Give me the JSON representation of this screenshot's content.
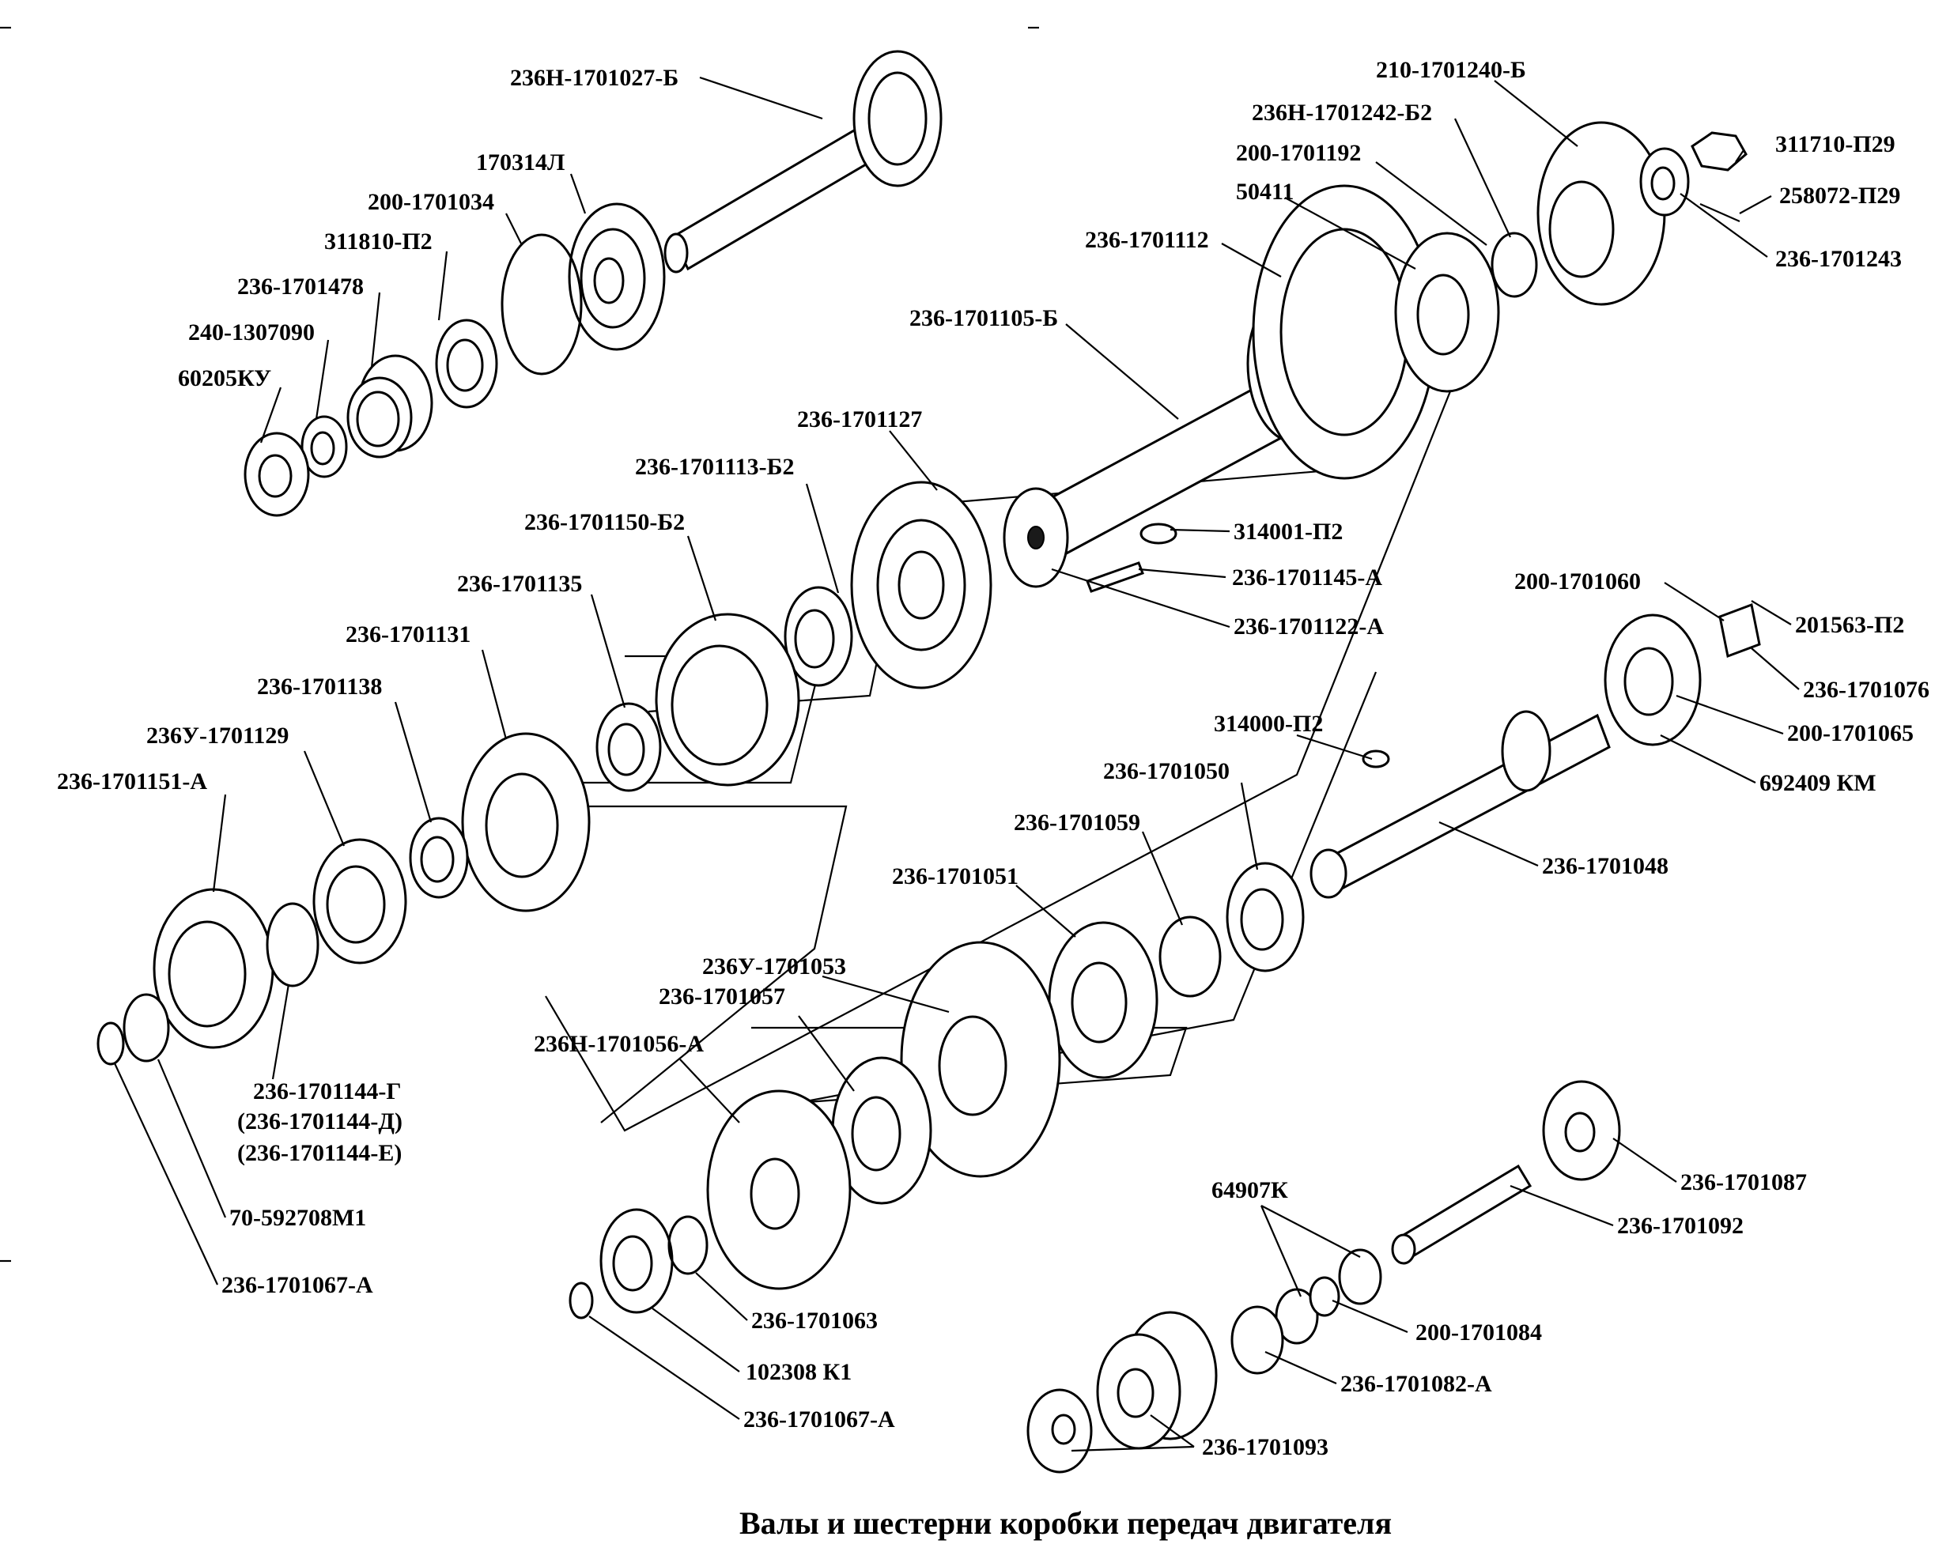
{
  "caption": "Валы и  шестерни коробки передач двигателя",
  "labels": [
    {
      "id": "l1",
      "text": "236Н-1701027-Б"
    },
    {
      "id": "l2",
      "text": "170314Л"
    },
    {
      "id": "l3",
      "text": "200-1701034"
    },
    {
      "id": "l4",
      "text": "311810-П2"
    },
    {
      "id": "l5",
      "text": "236-1701478"
    },
    {
      "id": "l6",
      "text": "240-1307090"
    },
    {
      "id": "l7",
      "text": "60205КУ"
    },
    {
      "id": "l8",
      "text": "210-1701240-Б"
    },
    {
      "id": "l9",
      "text": "236Н-1701242-Б2"
    },
    {
      "id": "l10",
      "text": "200-1701192"
    },
    {
      "id": "l11",
      "text": "50411"
    },
    {
      "id": "l12",
      "text": "311710-П29"
    },
    {
      "id": "l13",
      "text": "258072-П29"
    },
    {
      "id": "l14",
      "text": "236-1701243"
    },
    {
      "id": "l15",
      "text": "236-1701112"
    },
    {
      "id": "l16",
      "text": "236-1701105-Б"
    },
    {
      "id": "l17",
      "text": "236-1701127"
    },
    {
      "id": "l18",
      "text": "236-1701113-Б2"
    },
    {
      "id": "l19",
      "text": "236-1701150-Б2"
    },
    {
      "id": "l20",
      "text": "236-1701135"
    },
    {
      "id": "l21",
      "text": "236-1701131"
    },
    {
      "id": "l22",
      "text": "236-1701138"
    },
    {
      "id": "l23",
      "text": "236У-1701129"
    },
    {
      "id": "l24",
      "text": "236-1701151-А"
    },
    {
      "id": "l25",
      "text": "314001-П2"
    },
    {
      "id": "l26",
      "text": "236-1701145-А"
    },
    {
      "id": "l27",
      "text": "236-1701122-А"
    },
    {
      "id": "l28",
      "text": "200-1701060"
    },
    {
      "id": "l29",
      "text": "201563-П2"
    },
    {
      "id": "l30",
      "text": "236-1701076"
    },
    {
      "id": "l31",
      "text": "200-1701065"
    },
    {
      "id": "l32",
      "text": "692409 КМ"
    },
    {
      "id": "l33",
      "text": "314000-П2"
    },
    {
      "id": "l34",
      "text": "236-1701050"
    },
    {
      "id": "l35",
      "text": "236-1701059"
    },
    {
      "id": "l36",
      "text": "236-1701048"
    },
    {
      "id": "l37",
      "text": "236-1701051"
    },
    {
      "id": "l38",
      "text": "236У-1701053"
    },
    {
      "id": "l39",
      "text": "236-1701057"
    },
    {
      "id": "l40",
      "text": "236Н-1701056-А"
    },
    {
      "id": "l41",
      "text": "236-1701144-Г"
    },
    {
      "id": "l42",
      "text": "(236-1701144-Д)"
    },
    {
      "id": "l43",
      "text": "(236-1701144-Е)"
    },
    {
      "id": "l44",
      "text": "70-592708М1"
    },
    {
      "id": "l45",
      "text": "236-1701067-А"
    },
    {
      "id": "l46",
      "text": "236-1701063"
    },
    {
      "id": "l47",
      "text": "102308 К1"
    },
    {
      "id": "l48",
      "text": "236-1701067-А"
    },
    {
      "id": "l49",
      "text": "236-1701087"
    },
    {
      "id": "l50",
      "text": "236-1701092"
    },
    {
      "id": "l51",
      "text": "64907К"
    },
    {
      "id": "l52",
      "text": "200-1701084"
    },
    {
      "id": "l53",
      "text": "236-1701082-А"
    },
    {
      "id": "l54",
      "text": "236-1701093"
    }
  ]
}
